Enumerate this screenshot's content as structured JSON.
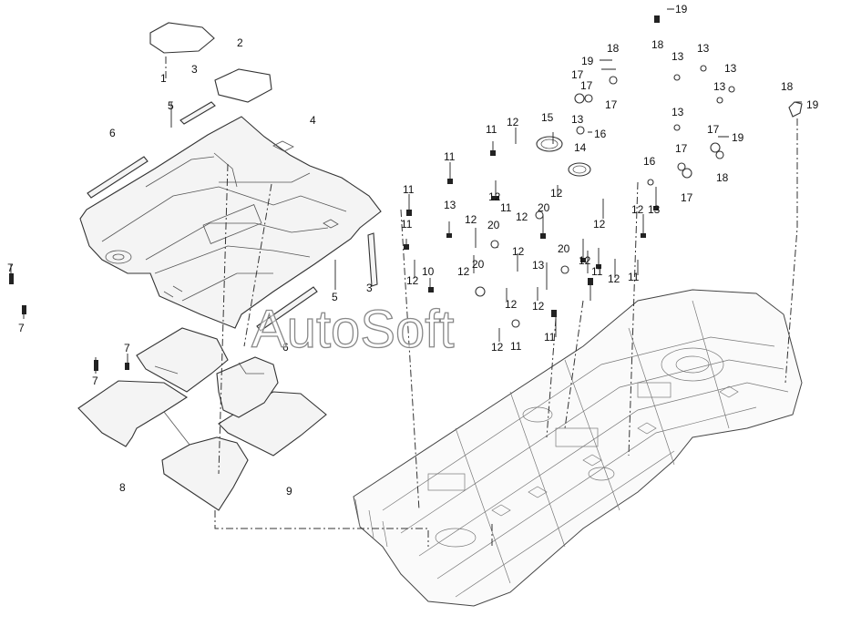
{
  "diagram": {
    "watermark": "AutoSoft",
    "callouts": [
      {
        "id": "c1",
        "label": "1"
      },
      {
        "id": "c2",
        "label": "2"
      },
      {
        "id": "c3a",
        "label": "3"
      },
      {
        "id": "c3b",
        "label": "3"
      },
      {
        "id": "c4",
        "label": "4"
      },
      {
        "id": "c5a",
        "label": "5"
      },
      {
        "id": "c5b",
        "label": "5"
      },
      {
        "id": "c6a",
        "label": "6"
      },
      {
        "id": "c6b",
        "label": "6"
      },
      {
        "id": "c7a",
        "label": "7"
      },
      {
        "id": "c7b",
        "label": "7"
      },
      {
        "id": "c7c",
        "label": "7"
      },
      {
        "id": "c7d",
        "label": "7"
      },
      {
        "id": "c8",
        "label": "8"
      },
      {
        "id": "c9",
        "label": "9"
      },
      {
        "id": "c10",
        "label": "10"
      },
      {
        "id": "c11a",
        "label": "11"
      },
      {
        "id": "c11b",
        "label": "11"
      },
      {
        "id": "c11c",
        "label": "11"
      },
      {
        "id": "c11d",
        "label": "11"
      },
      {
        "id": "c11e",
        "label": "11"
      },
      {
        "id": "c11f",
        "label": "11"
      },
      {
        "id": "c11g",
        "label": "11"
      },
      {
        "id": "c11h",
        "label": "11"
      },
      {
        "id": "c11i",
        "label": "11"
      },
      {
        "id": "c12a",
        "label": "12"
      },
      {
        "id": "c12b",
        "label": "12"
      },
      {
        "id": "c12c",
        "label": "12"
      },
      {
        "id": "c12d",
        "label": "12"
      },
      {
        "id": "c12e",
        "label": "12"
      },
      {
        "id": "c12f",
        "label": "12"
      },
      {
        "id": "c12g",
        "label": "12"
      },
      {
        "id": "c12h",
        "label": "12"
      },
      {
        "id": "c12i",
        "label": "12"
      },
      {
        "id": "c12j",
        "label": "12"
      },
      {
        "id": "c12k",
        "label": "12"
      },
      {
        "id": "c12l",
        "label": "12"
      },
      {
        "id": "c12m",
        "label": "12"
      },
      {
        "id": "c12n",
        "label": "12"
      },
      {
        "id": "c12o",
        "label": "12"
      },
      {
        "id": "c13a",
        "label": "13"
      },
      {
        "id": "c13b",
        "label": "13"
      },
      {
        "id": "c13c",
        "label": "13"
      },
      {
        "id": "c13d",
        "label": "13"
      },
      {
        "id": "c13e",
        "label": "13"
      },
      {
        "id": "c13f",
        "label": "13"
      },
      {
        "id": "c13g",
        "label": "13"
      },
      {
        "id": "c13h",
        "label": "13"
      },
      {
        "id": "c13i",
        "label": "13"
      },
      {
        "id": "c14",
        "label": "14"
      },
      {
        "id": "c15",
        "label": "15"
      },
      {
        "id": "c16a",
        "label": "16"
      },
      {
        "id": "c16b",
        "label": "16"
      },
      {
        "id": "c17a",
        "label": "17"
      },
      {
        "id": "c17b",
        "label": "17"
      },
      {
        "id": "c17c",
        "label": "17"
      },
      {
        "id": "c17d",
        "label": "17"
      },
      {
        "id": "c17e",
        "label": "17"
      },
      {
        "id": "c17f",
        "label": "17"
      },
      {
        "id": "c18a",
        "label": "18"
      },
      {
        "id": "c18b",
        "label": "18"
      },
      {
        "id": "c18c",
        "label": "18"
      },
      {
        "id": "c18d",
        "label": "18"
      },
      {
        "id": "c19a",
        "label": "19"
      },
      {
        "id": "c19b",
        "label": "19"
      },
      {
        "id": "c19c",
        "label": "19"
      },
      {
        "id": "c19d",
        "label": "19"
      },
      {
        "id": "c20a",
        "label": "20"
      },
      {
        "id": "c20b",
        "label": "20"
      },
      {
        "id": "c20c",
        "label": "20"
      },
      {
        "id": "c20d",
        "label": "20"
      }
    ]
  }
}
